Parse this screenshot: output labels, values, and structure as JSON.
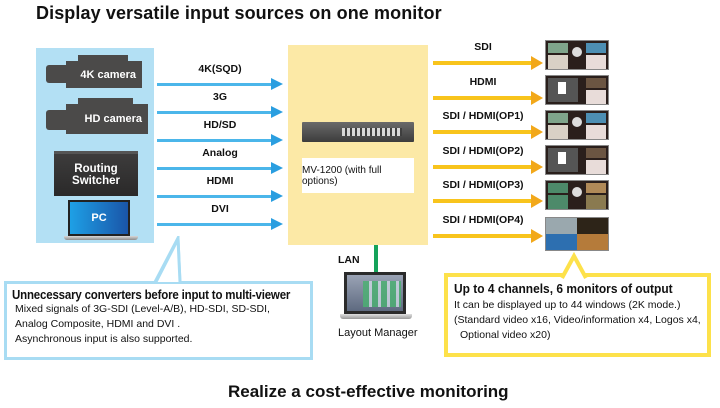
{
  "title_top": "Display versatile input sources on one monitor",
  "title_bottom": "Realize a cost-effective monitoring",
  "sources": [
    {
      "label": "4K camera",
      "icon": "camera-icon"
    },
    {
      "label": "HD camera",
      "icon": "camera-icon"
    },
    {
      "label_line1": "Routing",
      "label_line2": "Switcher",
      "icon": "routing-switcher-icon"
    },
    {
      "label": "PC",
      "icon": "laptop-icon"
    }
  ],
  "inputs": [
    "4K(SQD)",
    "3G",
    "HD/SD",
    "Analog",
    "HDMI",
    "DVI"
  ],
  "device": {
    "label": "MV-1200 (with full options)"
  },
  "outputs": [
    "SDI",
    "HDMI",
    "SDI / HDMI(OP1)",
    "SDI / HDMI(OP2)",
    "SDI / HDMI(OP3)",
    "SDI / HDMI(OP4)"
  ],
  "lan": {
    "label": "LAN",
    "client_label": "Layout Manager"
  },
  "callout_left": {
    "heading": "Unnecessary converters before input to multi-viewer",
    "lines": [
      "Mixed signals of 3G-SDI (Level-A/B), HD-SDI, SD-SDI,",
      "Analog Composite, HDMI and DVI .",
      "Asynchronous input is also supported."
    ]
  },
  "callout_right": {
    "heading": "Up to 4 channels, 6 monitors of output",
    "lines": [
      "It can be displayed up to 44 windows (2K mode.)",
      "(Standard video x16, Video/information x4, Logos x4,",
      "Optional video x20)"
    ]
  },
  "colors": {
    "input_panel": "#b3e0f4",
    "input_arrow": "#4bb6ea",
    "device_panel": "#fce9a6",
    "output_arrow": "#f8c41c",
    "lan_line": "#15a35a",
    "callout_left_border": "#a8dcf3",
    "callout_right_border": "#fde14a"
  }
}
